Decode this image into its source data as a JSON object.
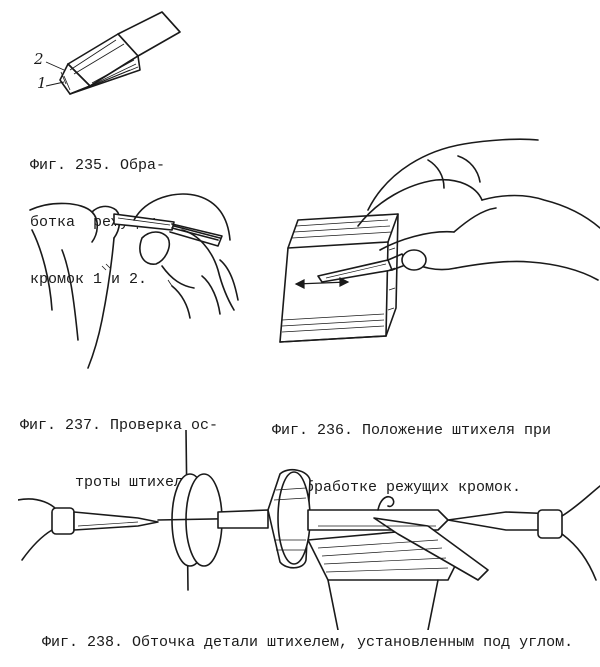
{
  "fig235": {
    "label_2": "2",
    "label_1": "1",
    "caption_lines": [
      "Фиг. 235. Обра-",
      "ботка  режущих",
      "кромок 1 и 2."
    ]
  },
  "fig237": {
    "caption_lines": [
      "Фиг. 237. Проверка ос-",
      "троты штихеля."
    ]
  },
  "fig236": {
    "caption_lines": [
      "Фиг. 236. Положение штихеля при",
      "обработке режущих кромок."
    ]
  },
  "fig238": {
    "caption": "Фиг. 238. Обточка детали штихелем, установленным под углом."
  }
}
